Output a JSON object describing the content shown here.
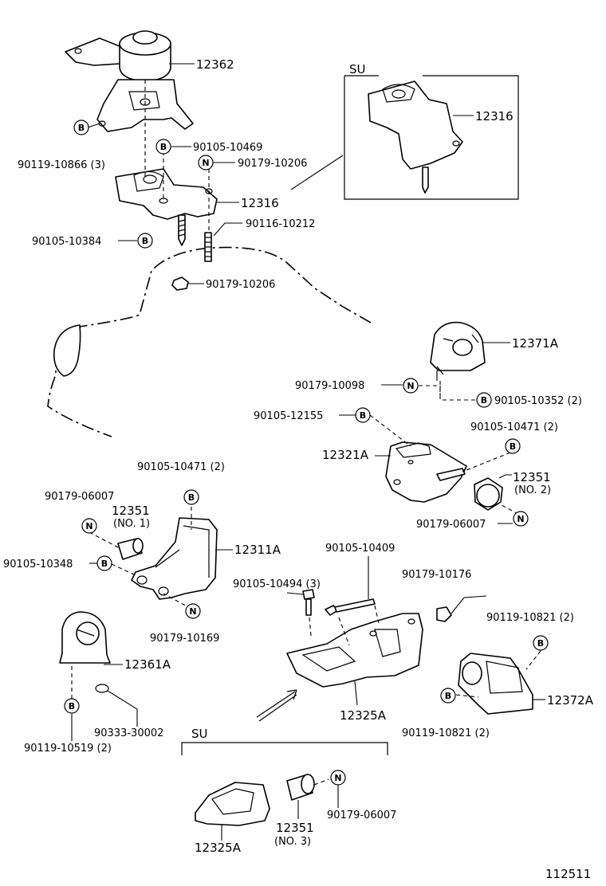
{
  "diagram_id": "112511",
  "su_labels": [
    "SU",
    "SU"
  ],
  "parts": {
    "p12362": "12362",
    "p12316": "12316",
    "p12316_su": "12316",
    "p90119_10866": "90119-10866 (3)",
    "p90105_10469": "90105-10469",
    "p90179_10206a": "90179-10206",
    "p90105_10384": "90105-10384",
    "p90116_10212": "90116-10212",
    "p90179_10206b": "90179-10206",
    "p12371A": "12371A",
    "p90179_10098": "90179-10098",
    "p90105_10352": "90105-10352 (2)",
    "p90105_12155": "90105-12155",
    "p90105_10471b": "90105-10471 (2)",
    "p12321A": "12321A",
    "p12351_no2": "12351",
    "no2": "(NO. 2)",
    "p90179_06007b": "90179-06007",
    "p90105_10471a": "90105-10471 (2)",
    "p90179_06007a": "90179-06007",
    "p12351_no1": "12351",
    "no1": "(NO. 1)",
    "p90105_10348": "90105-10348",
    "p12311A": "12311A",
    "p90179_10169": "90179-10169",
    "p90105_10409": "90105-10409",
    "p90105_10494": "90105-10494 (3)",
    "p90179_10176": "90179-10176",
    "p90119_10821a": "90119-10821 (2)",
    "p12361A": "12361A",
    "p12325A": "12325A",
    "p12372A": "12372A",
    "p90333_30002": "90333-30002",
    "p90119_10519": "90119-10519 (2)",
    "p90119_10821b": "90119-10821 (2)",
    "p12325A_su": "12325A",
    "p12351_no3": "12351",
    "no3": "(NO. 3)",
    "p90179_06007c": "90179-06007"
  },
  "markers": {
    "b": "B",
    "n": "N"
  }
}
